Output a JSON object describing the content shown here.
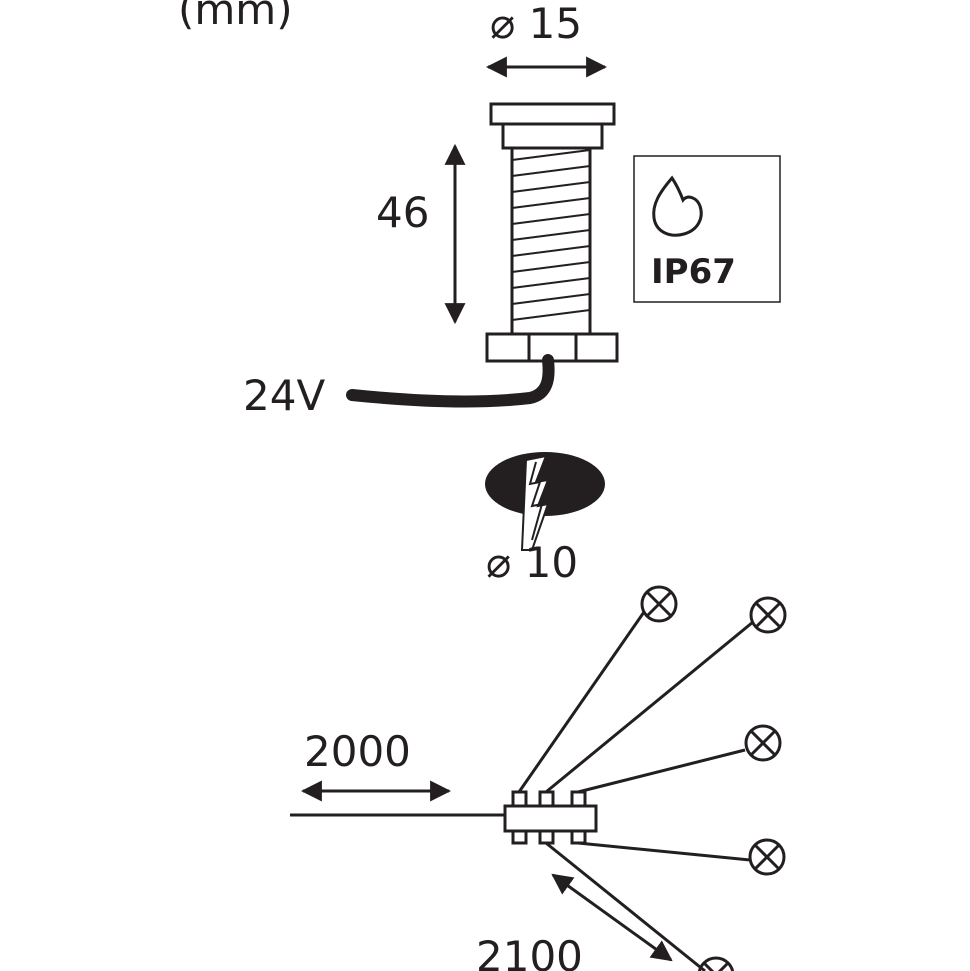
{
  "units_label": "(mm)",
  "dimensions": {
    "diameter_top": "⌀ 15",
    "height": "46",
    "voltage": "24V",
    "drill_diameter": "⌀ 10",
    "feed_cable_length": "2000",
    "branch_cable_length": "2100"
  },
  "protection_rating": "IP67",
  "colors": {
    "ink": "#231f20",
    "background": "#ffffff"
  },
  "icons": [
    "water-drop-icon",
    "drill-hole-icon",
    "lamp-icon"
  ],
  "lamp_count": 5
}
